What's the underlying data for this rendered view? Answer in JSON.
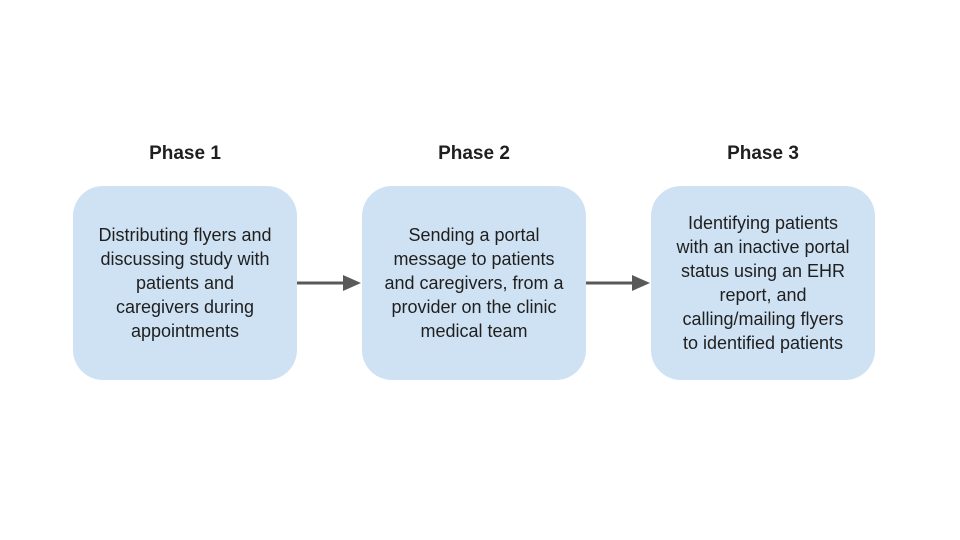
{
  "phases": [
    {
      "title": "Phase 1",
      "lines": [
        "Distributing flyers and",
        "discussing study with",
        "patients and",
        "caregivers during",
        "appointments"
      ]
    },
    {
      "title": "Phase 2",
      "lines": [
        "Sending a portal",
        "message to patients",
        "and caregivers, from a",
        "provider on the clinic",
        "medical team"
      ]
    },
    {
      "title": "Phase 3",
      "lines": [
        "Identifying patients",
        "with an inactive portal",
        "status using an EHR",
        "report, and",
        "calling/mailing flyers",
        "to identified patients"
      ]
    }
  ],
  "colors": {
    "box_fill": "#cfe2f3",
    "arrow": "#595959",
    "text": "#1f1f1f"
  }
}
